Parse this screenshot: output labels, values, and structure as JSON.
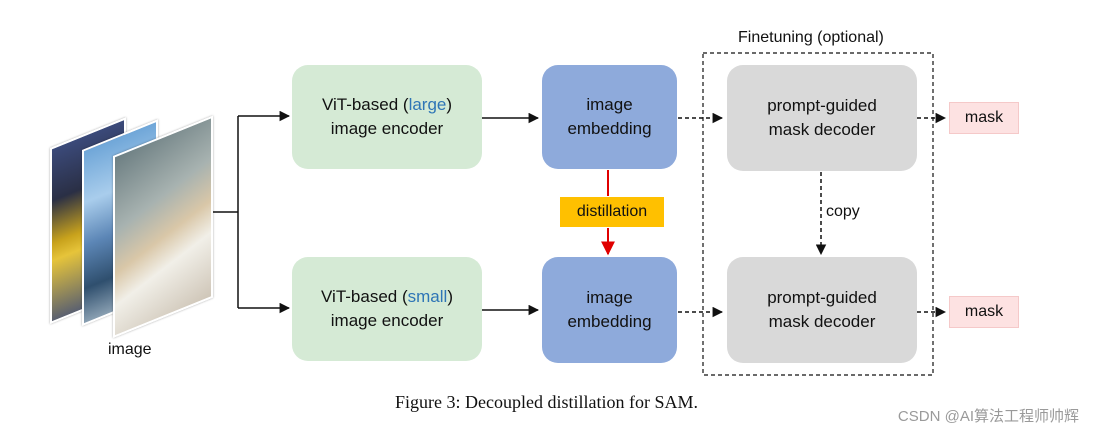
{
  "input_label": "image",
  "encoders": {
    "large": {
      "prefix": "ViT-based (",
      "highlight": "large",
      "suffix": ")",
      "line2": "image encoder"
    },
    "small": {
      "prefix": "ViT-based (",
      "highlight": "small",
      "suffix": ")",
      "line2": "image encoder"
    }
  },
  "embeddings": {
    "top": {
      "line1": "image",
      "line2": "embedding"
    },
    "bottom": {
      "line1": "image",
      "line2": "embedding"
    }
  },
  "distillation_label": "distillation",
  "finetuning_label": "Finetuning (optional)",
  "decoders": {
    "top": {
      "line1": "prompt-guided",
      "line2": "mask decoder"
    },
    "bottom": {
      "line1": "prompt-guided",
      "line2": "mask decoder"
    }
  },
  "copy_label": "copy",
  "outputs": {
    "top": "mask",
    "bottom": "mask"
  },
  "caption": "Figure 3: Decoupled distillation for SAM.",
  "watermark": "CSDN @AI算法工程师帅辉",
  "colors": {
    "encoder_fill": "#d5ead5",
    "embedding_fill": "#8eaadb",
    "decoder_fill": "#d9d9d9",
    "mask_fill": "#fde2e2",
    "distillation_fill": "#ffc000",
    "distillation_arrow": "#e00000",
    "highlight_text": "#2e75b6"
  }
}
